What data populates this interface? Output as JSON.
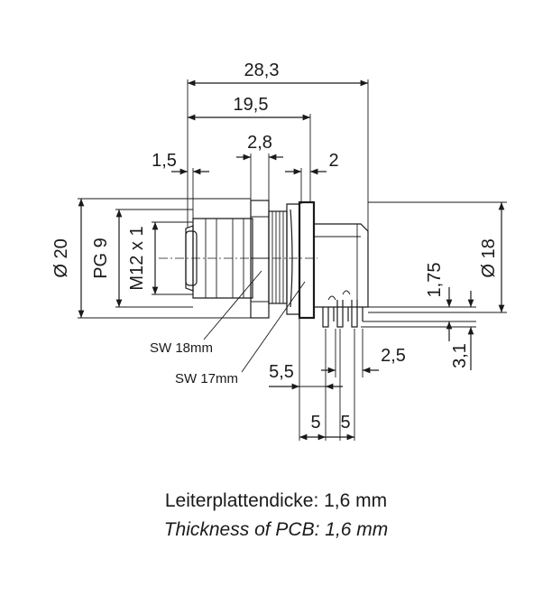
{
  "dimensions": {
    "overall_length": "28,3",
    "length_to_flange": "19,5",
    "width_2_8": "2,8",
    "width_1_5": "1,5",
    "width_2": "2",
    "diameter_20": "Ø 20",
    "thread_pg9": "PG 9",
    "thread_m12": "M12 x 1",
    "diameter_18": "Ø 18",
    "height_1_75": "1,75",
    "height_3_1": "3,1",
    "pitch_2_5": "2,5",
    "offset_5_5": "5,5",
    "pitch_5_a": "5",
    "pitch_5_b": "5",
    "wrench_18": "SW 18mm",
    "wrench_17": "SW 17mm"
  },
  "captions": {
    "german": "Leiterplattendicke: 1,6 mm",
    "english": "Thickness of PCB: 1,6 mm"
  }
}
